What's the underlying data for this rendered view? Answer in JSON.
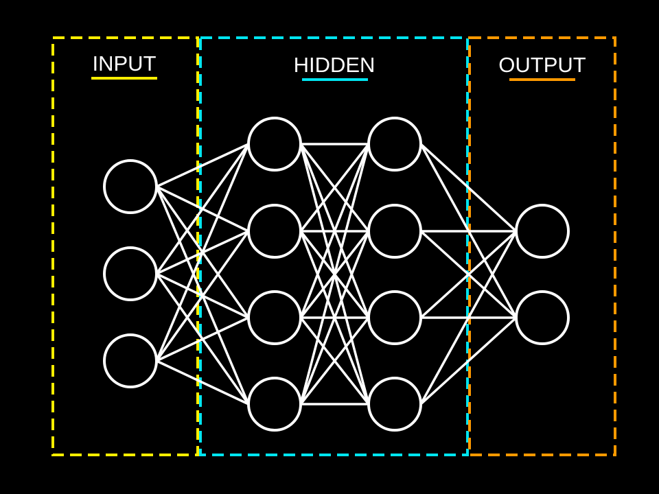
{
  "layers": [
    {
      "key": "input",
      "label": "INPUT",
      "color": "#ffee00",
      "nodes": 3
    },
    {
      "key": "hidden",
      "label": "HIDDEN",
      "color": "#00e5f0",
      "nodes": 4
    },
    {
      "key": "hidden-2",
      "label": "",
      "color": "#00e5f0",
      "nodes": 4
    },
    {
      "key": "output",
      "label": "OUTPUT",
      "color": "#ff9900",
      "nodes": 2
    }
  ],
  "colors": {
    "background": "#000000",
    "node_stroke": "#ffffff",
    "edge": "#ffffff",
    "label_text": "#ffffff"
  },
  "connectivity": "fully-connected"
}
